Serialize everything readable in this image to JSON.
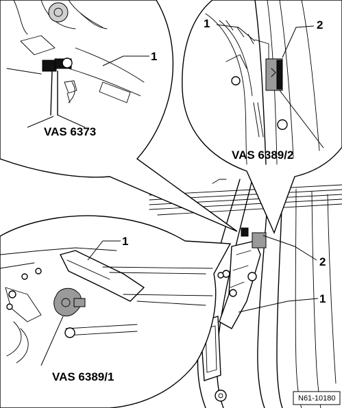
{
  "figure_id": "N61-10180",
  "top_left_detail": {
    "callout_1": "1",
    "tool_label": "VAS 6373"
  },
  "top_right_detail": {
    "callout_1": "1",
    "callout_2": "2",
    "tool_label": "VAS 6389/2"
  },
  "bottom_left_detail": {
    "callout_1": "1",
    "tool_label": "VAS 6389/1"
  },
  "main_view": {
    "callout_1": "1",
    "callout_2": "2"
  }
}
